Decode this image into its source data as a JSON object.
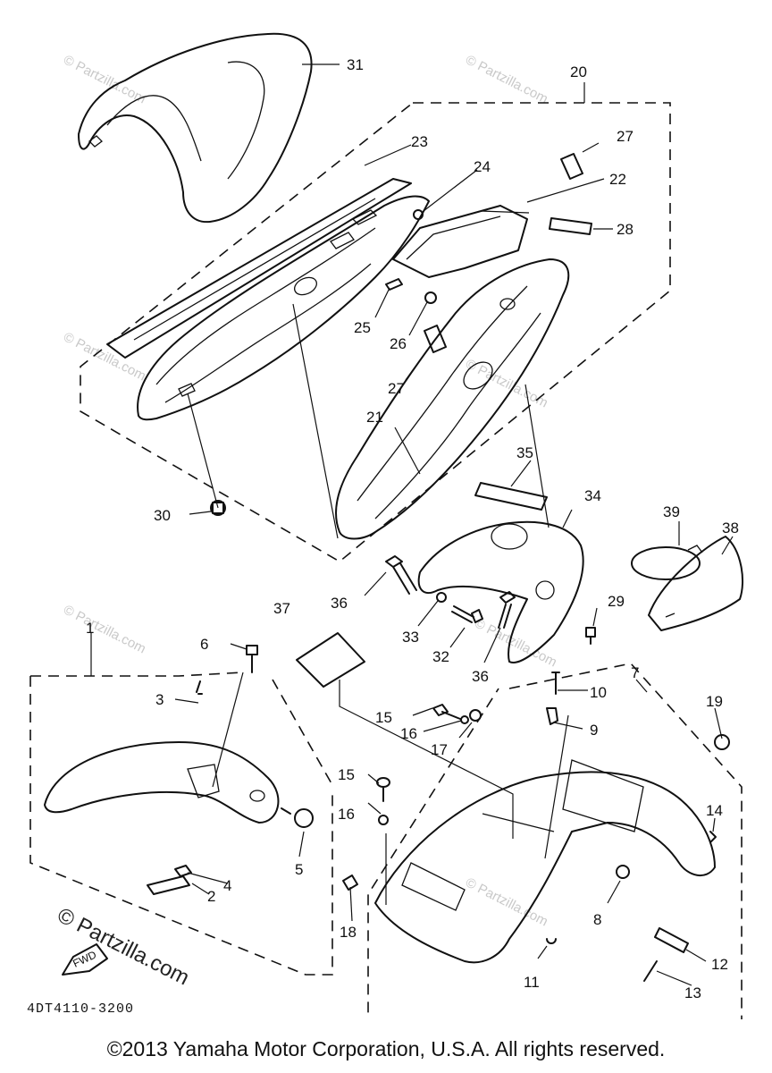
{
  "figure_code": "4DT4110-3200",
  "copyright": "©2013 Yamaha Motor Corporation, U.S.A. All rights reserved.",
  "watermark": "© Partzilla.com",
  "fwd_label": "FWD",
  "callouts": {
    "p1": "1",
    "p2": "2",
    "p3": "3",
    "p4": "4",
    "p5": "5",
    "p6": "6",
    "p7": "7",
    "p8": "8",
    "p9": "9",
    "p10": "10",
    "p11": "11",
    "p12": "12",
    "p13": "13",
    "p14": "14",
    "p15a": "15",
    "p15b": "15",
    "p16a": "16",
    "p16b": "16",
    "p17": "17",
    "p18": "18",
    "p19": "19",
    "p20": "20",
    "p21": "21",
    "p22": "22",
    "p23": "23",
    "p24": "24",
    "p25": "25",
    "p26": "26",
    "p27a": "27",
    "p27b": "27",
    "p28": "28",
    "p29": "29",
    "p30": "30",
    "p31": "31",
    "p32": "32",
    "p33": "33",
    "p34": "34",
    "p35": "35",
    "p36a": "36",
    "p36b": "36",
    "p37": "37",
    "p38": "38",
    "p39": "39"
  }
}
